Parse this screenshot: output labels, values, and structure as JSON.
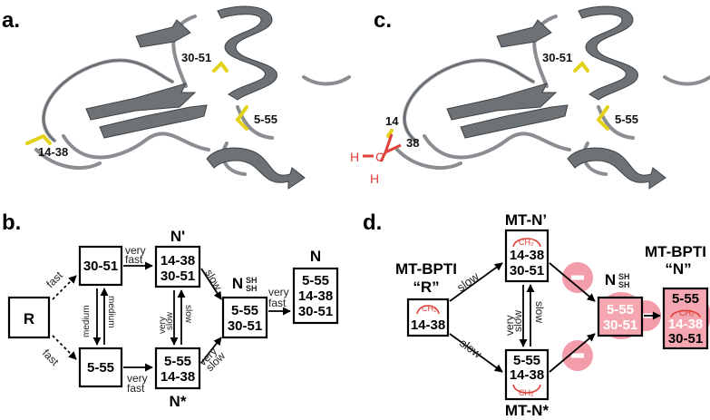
{
  "panels": {
    "a": {
      "label": "a.",
      "bond_labels": [
        "30-51",
        "5-55",
        "14-38"
      ]
    },
    "c": {
      "label": "c.",
      "bond_labels": [
        "30-51",
        "5-55",
        "14",
        "38"
      ],
      "methylene": {
        "c": "C",
        "h1": "H",
        "h2": "H"
      }
    },
    "b": {
      "label": "b.",
      "states": {
        "R": "R",
        "s3051": "30-51",
        "s555": "5-55",
        "nprime_title": "N'",
        "nprime_l1": "14-38",
        "nprime_l2": "30-51",
        "nstar_title": "N*",
        "nstar_l1": "5-55",
        "nstar_l2": "14-38",
        "nsh_l1": "5-55",
        "nsh_l2": "30-51",
        "nsh_main": "N",
        "nsh_sup": "SH",
        "nsh_sub": "SH",
        "n_title": "N",
        "n_l1": "5-55",
        "n_l2": "14-38",
        "n_l3": "30-51"
      },
      "rates": {
        "fast_top": "fast",
        "fast_bot": "fast",
        "medium_l": "medium",
        "medium_r": "medium",
        "very_top": "very",
        "fast_top2": "fast",
        "very_bot": "very",
        "fast_bot2": "fast",
        "very_l": "very",
        "slow_l": "slow",
        "slow_r": "slow",
        "slow_top": "slow",
        "very_diag": "very",
        "slow_diag": "slow",
        "very_end": "very",
        "fast_end": "fast"
      }
    },
    "d": {
      "label": "d.",
      "states": {
        "mt_bpti_l": "MT-BPTI",
        "r_quote": "“R”",
        "r_box": "14-38",
        "mtn_prime": "MT-N’",
        "mtn_prime_l1": "14-38",
        "mtn_prime_l2": "30-51",
        "mtn_star": "MT-N*",
        "mtn_star_l1": "5-55",
        "mtn_star_l2": "14-38",
        "nsh_l1": "5-55",
        "nsh_l2": "30-51",
        "nsh_main": "N",
        "nsh_sup": "SH",
        "nsh_sub": "SH",
        "mt_bpti_r": "MT-BPTI",
        "n_quote": "“N”",
        "n_l1": "5-55",
        "n_l2": "14-38",
        "n_l3": "30-51",
        "ch2": "CH₂"
      },
      "rates": {
        "slow_top": "slow",
        "slow_bot": "slow",
        "very": "very",
        "slow_v": "slow",
        "slow_v2": "slow"
      }
    }
  },
  "colors": {
    "disulfide": "#e4d21a",
    "highlight": "#f18c9b",
    "methylene": "#e0403a",
    "ribbon": "#6d7276"
  }
}
